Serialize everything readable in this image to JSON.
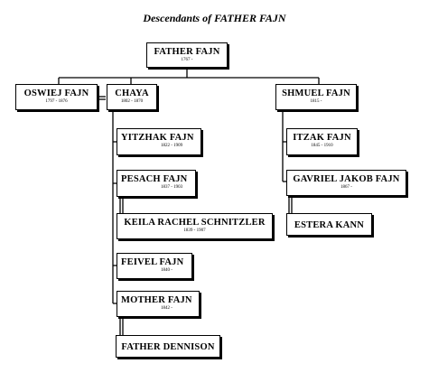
{
  "title": "Descendants of FATHER FAJN",
  "people": {
    "father_fajn": {
      "name": "FATHER FAJN",
      "dates": "1767 -"
    },
    "oswiej_fajn": {
      "name": "OSWIEJ FAJN",
      "dates": "1797 - 1876"
    },
    "chaya": {
      "name": "CHAYA",
      "dates": "1802 - 1870"
    },
    "shmuel_fajn": {
      "name": "SHMUEL FAJN",
      "dates": "1815 -"
    },
    "yitzhak_fajn": {
      "name": "YITZHAK FAJN",
      "dates": "1822 - 1909"
    },
    "pesach_fajn": {
      "name": "PESACH FAJN",
      "dates": "1837 - 1903"
    },
    "keila_rachel_schnitzler": {
      "name": "KEILA RACHEL SCHNITZLER",
      "dates": "1839 - 1907"
    },
    "feivel_fajn": {
      "name": "FEIVEL FAJN",
      "dates": "1840 -"
    },
    "mother_fajn": {
      "name": "MOTHER FAJN",
      "dates": "1842 -"
    },
    "father_dennison": {
      "name": "FATHER DENNISON",
      "dates": ""
    },
    "itzak_fajn": {
      "name": "ITZAK FAJN",
      "dates": "1845 - 1910"
    },
    "gavriel_jakob_fajn": {
      "name": "GAVRIEL JAKOB FAJN",
      "dates": "1867 -"
    },
    "estera_kann": {
      "name": "ESTERA KANN",
      "dates": ""
    }
  }
}
